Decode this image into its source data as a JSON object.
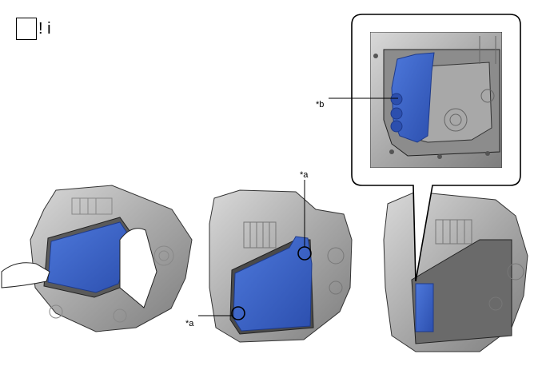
{
  "header": {
    "icon_name": "caution-icon",
    "icon_text": "! i"
  },
  "callouts": {
    "a_top": "*a",
    "a_left": "*a",
    "b": "*b"
  },
  "colors": {
    "highlight_blue": "#3a62c8",
    "metal_gray": "#b8b8b8",
    "outline": "#2a2a2a"
  }
}
